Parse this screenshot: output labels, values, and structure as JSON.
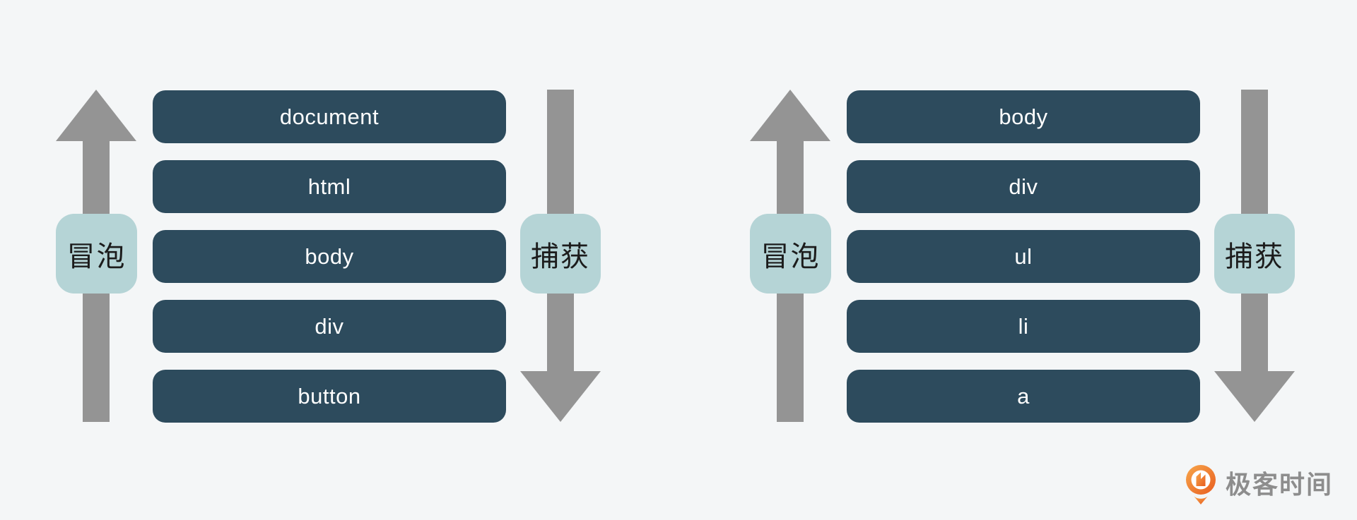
{
  "background": "#f4f6f7",
  "colors": {
    "bg": "#f4f6f7",
    "box": "#2d4b5d",
    "box_text": "#ffffff",
    "label_bg": "#b5d4d6",
    "label_text": "#1c1c1c",
    "arrow": "#949494",
    "logo_text": "#8d8d8d",
    "logo_orange_light": "#f7a64b",
    "logo_orange_dark": "#e85d1f"
  },
  "diagrams": [
    {
      "name": "dom-event-flow-button-example",
      "bubble_label": "冒泡",
      "capture_label": "捕获",
      "boxes": [
        "document",
        "html",
        "body",
        "div",
        "button"
      ]
    },
    {
      "name": "dom-event-flow-anchor-example",
      "bubble_label": "冒泡",
      "capture_label": "捕获",
      "boxes": [
        "body",
        "div",
        "ul",
        "li",
        "a"
      ]
    }
  ],
  "logo": {
    "text": "极客时间"
  }
}
